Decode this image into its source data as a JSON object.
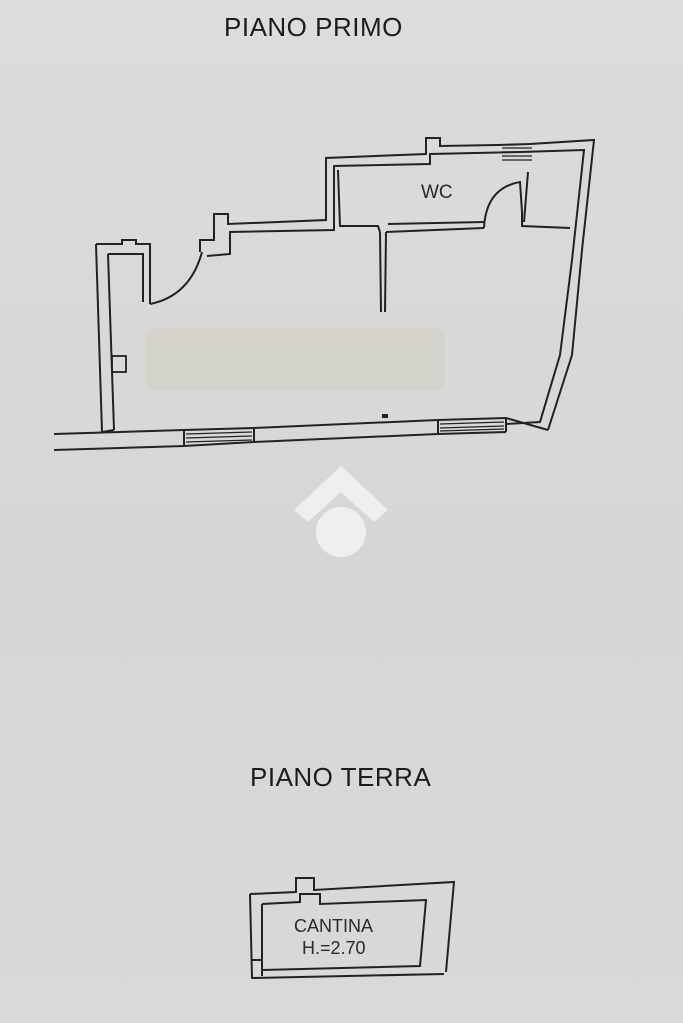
{
  "floors": {
    "upper": {
      "title": "PIANO PRIMO",
      "rooms": {
        "wc_label": "WC"
      }
    },
    "ground": {
      "title": "PIANO TERRA",
      "rooms": {
        "cellar_label": "CANTINA",
        "cellar_height": "H.=2.70"
      }
    }
  },
  "colors": {
    "paper": "#d9d9d7",
    "ink": "#222222",
    "watermark": "#f2f2f2"
  },
  "icons": {
    "watermark": "house-logo-icon"
  }
}
